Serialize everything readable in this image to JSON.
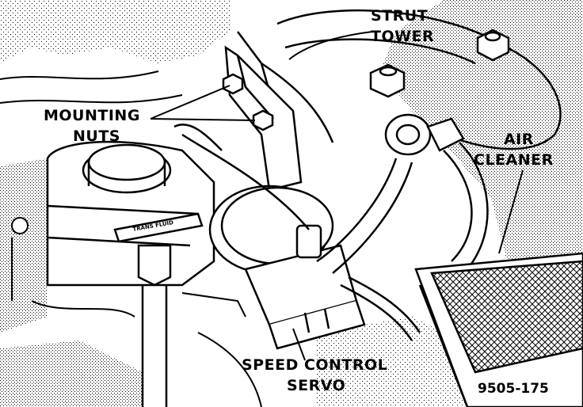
{
  "labels": {
    "strut_tower_line1": "STRUT",
    "strut_tower_line2": "TOWER",
    "mounting_nuts_line1": "MOUNTING",
    "mounting_nuts_line2": "NUTS",
    "air_cleaner_line1": "AIR",
    "air_cleaner_line2": "CLEANER",
    "speed_control_line1": "SPEED CONTROL",
    "speed_control_line2": "SERVO"
  },
  "figure_number": "9505-175",
  "colors": {
    "ink": "#000000",
    "paper": "#ffffff",
    "shade": "#c8c8c8"
  }
}
